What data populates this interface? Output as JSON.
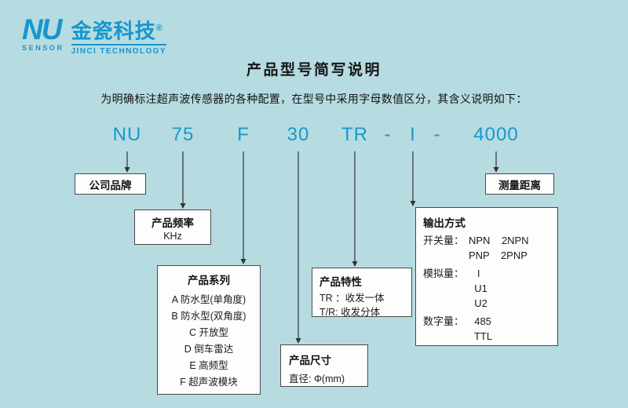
{
  "logo": {
    "nu": "NU",
    "sensor": "SENSOR",
    "brand_cn": "金瓷科技",
    "reg_mark": "®",
    "brand_en": "JINCI TECHNOLOGY"
  },
  "title": "产品型号简写说明",
  "subtitle": "为明确标注超声波传感器的各种配置，在型号中采用字母数值区分，其含义说明如下：",
  "model_code": {
    "segments": [
      "NU",
      "75",
      "F",
      "30",
      "TR",
      "-",
      "I",
      "-",
      "4000"
    ]
  },
  "boxes": {
    "brand": {
      "title": "公司品牌"
    },
    "frequency": {
      "title": "产品频率",
      "unit": "KHz"
    },
    "series": {
      "title": "产品系列",
      "items": [
        "A 防水型(单角度)",
        "B 防水型(双角度)",
        "C 开放型",
        "D 倒车雷达",
        "E 高频型",
        "F 超声波模块"
      ]
    },
    "size": {
      "title": "产品尺寸",
      "detail": "直径: Φ(mm)"
    },
    "feature": {
      "title": "产品特性",
      "lines": [
        "TR ：收发一体",
        "T/R: 收发分体"
      ]
    },
    "output": {
      "title": "输出方式",
      "groups": [
        {
          "label": "开关量：",
          "lines": [
            "NPN    2NPN",
            "PNP    2PNP"
          ]
        },
        {
          "label": "模拟量：",
          "lines": [
            "   I",
            "  U1",
            "  U2"
          ]
        },
        {
          "label": "数字量：",
          "lines": [
            "  485",
            "  TTL"
          ]
        }
      ]
    },
    "distance": {
      "title": "测量距离"
    }
  },
  "colors": {
    "background": "#b6dbe1",
    "accent_blue": "#1898ce",
    "box_background": "#fdfdfd",
    "box_border": "#4a4a4a",
    "text": "#1b1b1b"
  }
}
